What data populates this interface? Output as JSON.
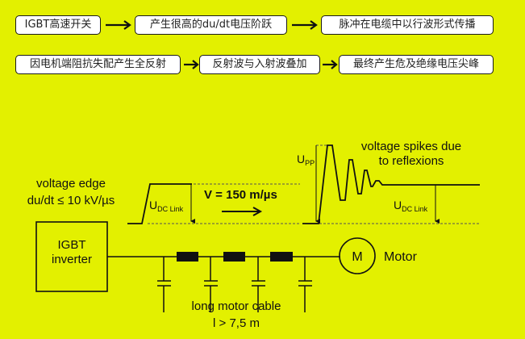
{
  "background_color": "#E3F000",
  "flow": {
    "row1": [
      {
        "label": "IGBT高速开关"
      },
      {
        "label": "产生很高的du/dt电压阶跃"
      },
      {
        "label": "脉冲在电缆中以行波形式传播"
      }
    ],
    "row2": [
      {
        "label": "因电机端阻抗失配产生全反射"
      },
      {
        "label": "反射波与入射波叠加"
      },
      {
        "label": "最终产生危及绝缘电压尖峰"
      }
    ]
  },
  "diagram": {
    "voltage_edge_line1": "voltage edge",
    "voltage_edge_line2": "du/dt ≤ 10 kV/µs",
    "udc_main": "U",
    "udc_sub": "DC Link",
    "speed": "V = 150 m/µs",
    "spikes_line1": "voltage spikes due",
    "spikes_line2": "to reflexions",
    "upp_main": "U",
    "upp_sub": "PP",
    "udc2_main": "U",
    "udc2_sub": "DC Link",
    "inverter_line1": "IGBT",
    "inverter_line2": "inverter",
    "motor_symbol": "M",
    "motor_label": "Motor",
    "cable_line1": "long motor cable",
    "cable_line2": "l > 7,5 m"
  }
}
